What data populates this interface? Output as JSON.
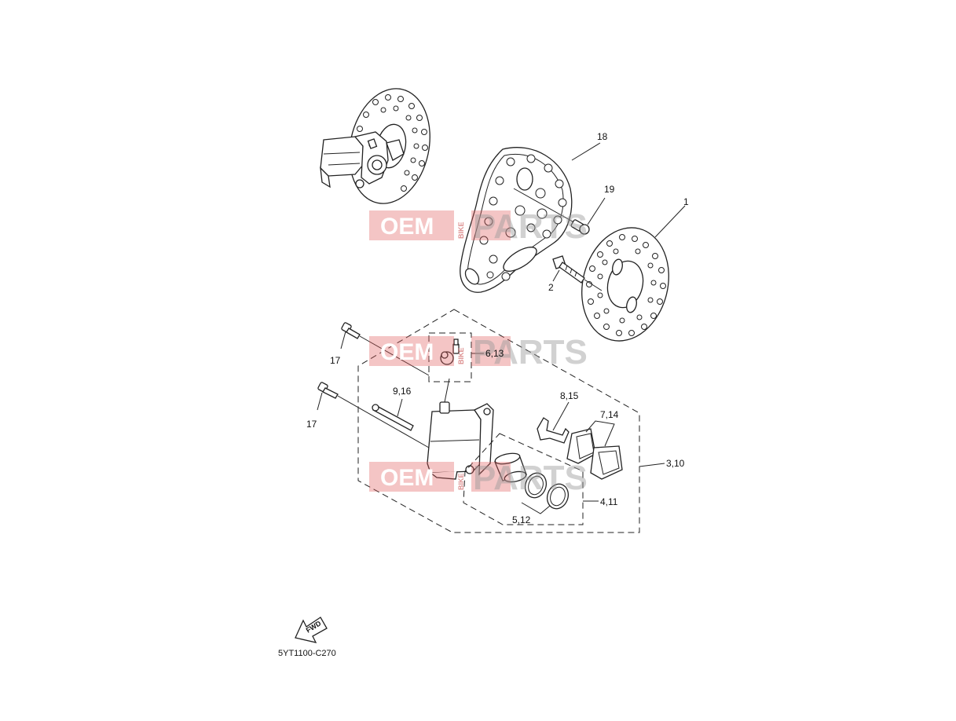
{
  "diagram": {
    "diagram_code": "5YT1100-C270",
    "direction_arrow": "FWD",
    "callouts": {
      "disc": "1",
      "disc_bolt": "2",
      "caliper_assy": "3,10",
      "piston_kit": "4,11",
      "seal_kit": "5,12",
      "bleed_screw": "6,13",
      "pad_kit": "7,14",
      "pad_support": "8,15",
      "pad_pin": "9,16",
      "caliper_bolt_upper": "17",
      "caliper_bolt_lower": "17",
      "disc_guard": "18",
      "guard_bolt": "19"
    }
  },
  "watermark": {
    "left_text": "OEM",
    "side_text": "BIKE",
    "right_text": "PARTS"
  },
  "colors": {
    "watermark_red": "#e05a5a",
    "line": "#222222"
  }
}
